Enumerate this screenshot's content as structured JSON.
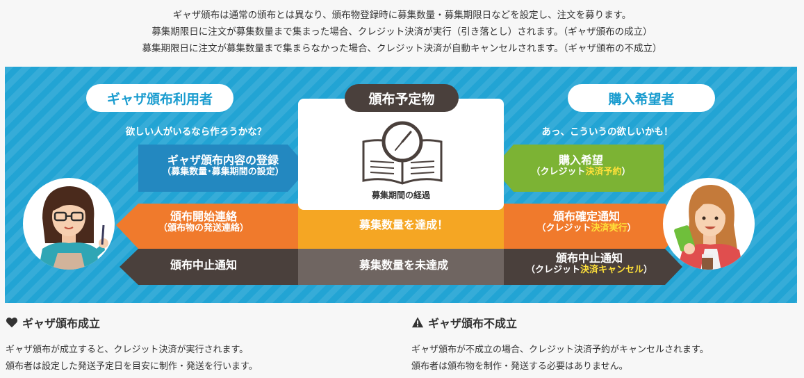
{
  "intro": {
    "line1": "ギャザ頒布は通常の頒布とは異なり、頒布物登録時に募集数量・募集期限日などを設定し、注文を募ります。",
    "line2": "募集期限日に注文が募集数量まで集まった場合、クレジット決済が実行（引き落とし）されます。（ギャザ頒布の成立）",
    "line3": "募集期限日に注文が募集数量まで集まらなかった場合、クレジット決済が自動キャンセルされます。（ギャザ頒布の不成立）"
  },
  "diagram": {
    "left_title": "ギャザ頒布利用者",
    "left_note": "欲しい人がいるなら作ろうかな？",
    "center_title": "頒布予定物",
    "center_caption": "募集期間の経過",
    "right_title": "購入希望者",
    "right_note": "あっ、こういうの欲しいかも！",
    "register_main": "ギャザ頒布内容の登録",
    "register_sub": "（募集数量･募集期間の設定）",
    "request_main": "購入希望",
    "request_sub_prefix": "（クレジット",
    "request_sub_highlight": "決済予約",
    "request_sub_suffix": "）",
    "start_main": "頒布開始連絡",
    "start_sub": "（頒布物の発送連絡）",
    "achieved": "募集数量を達成！",
    "confirm_main": "頒布確定通知",
    "confirm_sub_prefix": "（クレジット",
    "confirm_sub_highlight": "決済実行",
    "confirm_sub_suffix": "）",
    "stop_left": "頒布中止通知",
    "unmet": "募集数量を未達成",
    "stop_right_main": "頒布中止通知",
    "stop_right_sub_prefix": "（クレジット",
    "stop_right_sub_highlight": "決済キャンセル",
    "stop_right_sub_suffix": "）"
  },
  "footer": {
    "success_title": "ギャザ頒布成立",
    "success_line1": "ギャザ頒布が成立すると、クレジット決済が実行されます。",
    "success_line2": "頒布者は設定した発送予定日を目安に制作・発送を行います。",
    "fail_title": "ギャザ頒布不成立",
    "fail_line1": "ギャザ頒布が不成立の場合、クレジット決済予約がキャンセルされます。",
    "fail_line2": "頒布者は頒布物を制作・発送する必要はありません。"
  },
  "icons": {
    "success": "heart-icon",
    "fail": "warning-icon",
    "clock": "clock-book-icon"
  },
  "colors": {
    "panel_blue": "#22a4d4",
    "register_blue": "#2388c0",
    "request_green": "#7cb334",
    "orange": "#f07a2c",
    "achieved_yellow": "#f5a623",
    "dark_brown": "#4a403c",
    "unmet_gray": "#6f6561",
    "highlight": "#ffe13a"
  }
}
